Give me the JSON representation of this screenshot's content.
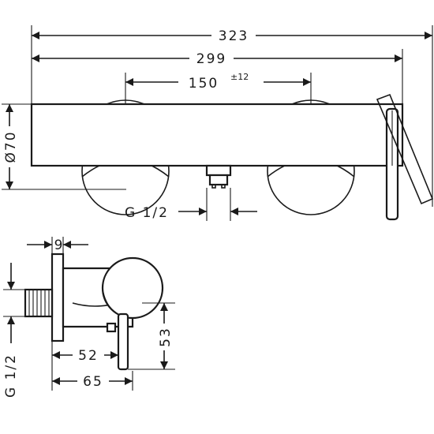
{
  "dimensions": {
    "overall_width": "323",
    "body_width": "299",
    "center_distance": "150",
    "center_tolerance": "±12",
    "escutcheon_diameter": "Ø70",
    "inlet_thread_front": "G 1/2",
    "wall_plate_thickness": "9",
    "handle_height": "53",
    "projection_short": "52",
    "projection_long": "65",
    "inlet_thread_side": "G 1/2"
  }
}
